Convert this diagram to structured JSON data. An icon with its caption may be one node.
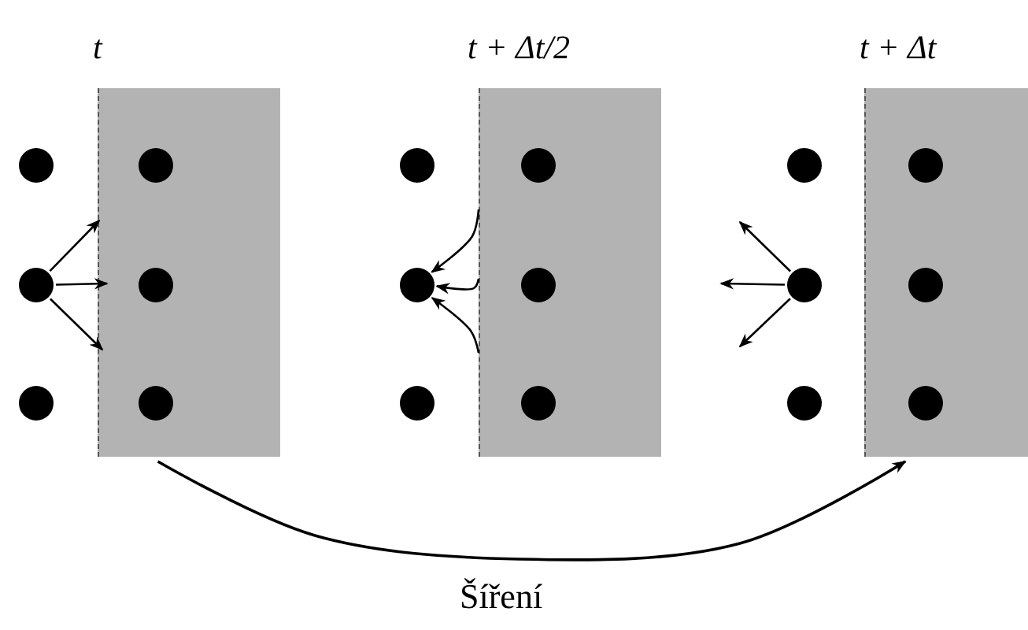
{
  "diagram": {
    "nodes": [
      {
        "text": [],
        "shape": "box",
        "beside": [
          "t"
        ]
      },
      {
        "text": [],
        "shape": "circle"
      },
      {
        "text": [],
        "shape": "circle"
      },
      {
        "text": [],
        "shape": "circle"
      },
      {
        "text": [],
        "shape": "circle",
        "in": 0
      },
      {
        "text": [],
        "shape": "circle",
        "in": 0
      },
      {
        "text": [],
        "shape": "circle",
        "in": 0
      },
      {
        "text": [],
        "shape": "box",
        "beside": [
          "t + Δt/2"
        ]
      },
      {
        "text": [],
        "shape": "circle"
      },
      {
        "text": [],
        "shape": "circle"
      },
      {
        "text": [],
        "shape": "circle"
      },
      {
        "text": [],
        "shape": "circle",
        "in": 7
      },
      {
        "text": [],
        "shape": "circle",
        "in": 7
      },
      {
        "text": [],
        "shape": "circle",
        "in": 7
      },
      {
        "text": [],
        "shape": "box",
        "beside": [
          "t + Δt"
        ]
      },
      {
        "text": [],
        "shape": "circle"
      },
      {
        "text": [],
        "shape": "circle"
      },
      {
        "text": [],
        "shape": "circle"
      },
      {
        "text": [],
        "shape": "circle",
        "in": 14
      },
      {
        "text": [],
        "shape": "circle",
        "in": 14
      },
      {
        "text": [],
        "shape": "circle",
        "in": 14
      }
    ],
    "edges": [
      {
        "from": 2,
        "to": 0,
        "arrow": "to"
      },
      {
        "from": 2,
        "to": 0,
        "arrow": "to"
      },
      {
        "from": 2,
        "to": 0,
        "arrow": "to"
      },
      {
        "from": 7,
        "to": 9,
        "arrow": "to"
      },
      {
        "from": 7,
        "to": 9,
        "arrow": "to"
      },
      {
        "from": 7,
        "to": 9,
        "arrow": "to"
      },
      {
        "from": 16,
        "to": null,
        "arrow": "to"
      },
      {
        "from": 16,
        "to": null,
        "arrow": "to"
      },
      {
        "from": 16,
        "to": null,
        "arrow": "to"
      },
      {
        "from": 0,
        "to": 14,
        "arrow": "to",
        "label": "Šíření"
      }
    ]
  }
}
